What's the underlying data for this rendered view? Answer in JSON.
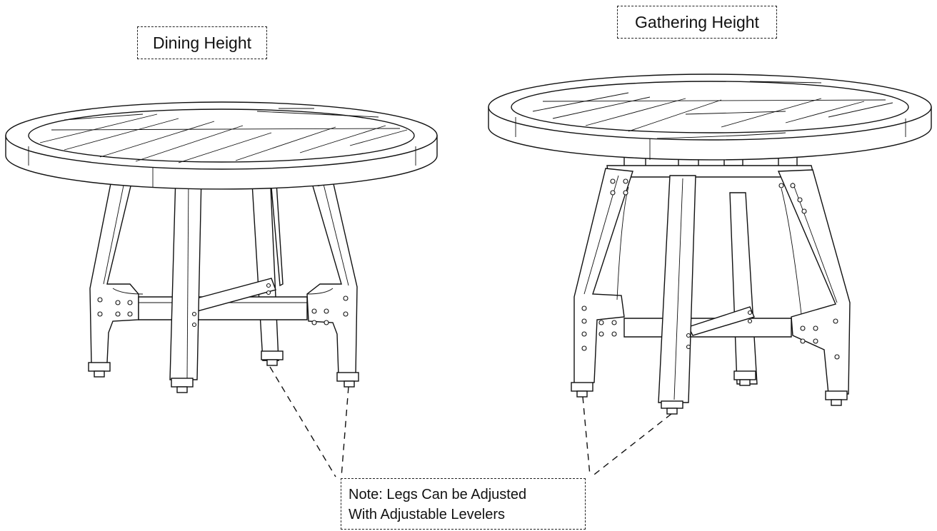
{
  "labels": {
    "dining": "Dining Height",
    "gathering": "Gathering Height",
    "note_line1": "Note: Legs Can be Adjusted",
    "note_line2": "With Adjustable Levelers"
  }
}
